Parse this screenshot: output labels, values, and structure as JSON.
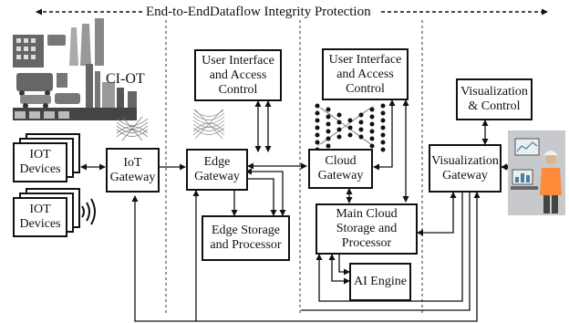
{
  "title": "End-to-EndDataflow Integrity Protection",
  "ci_ot_label": "CI-OT",
  "nodes": {
    "iot_devices_1": "IOT\nDevices",
    "iot_devices_2": "IOT\nDevices",
    "iot_gateway": "IoT\nGateway",
    "edge_ui": "User Interface\nand Access\nControl",
    "edge_gateway": "Edge\nGateway",
    "edge_storage": "Edge Storage\nand Processor",
    "cloud_ui": "User Interface\nand Access\nControl",
    "cloud_gateway": "Cloud\nGateway",
    "main_cloud": "Main Cloud\nStorage and\nProcessor",
    "ai_engine": "AI Engine",
    "vis_control": "Visualization\n& Control",
    "vis_gateway": "Visualization\nGateway"
  },
  "icons": [
    "industrial-plant-icon",
    "network-graph-icon",
    "neural-network-icon",
    "wireless-signal-icon",
    "operator-dashboard-photo"
  ]
}
